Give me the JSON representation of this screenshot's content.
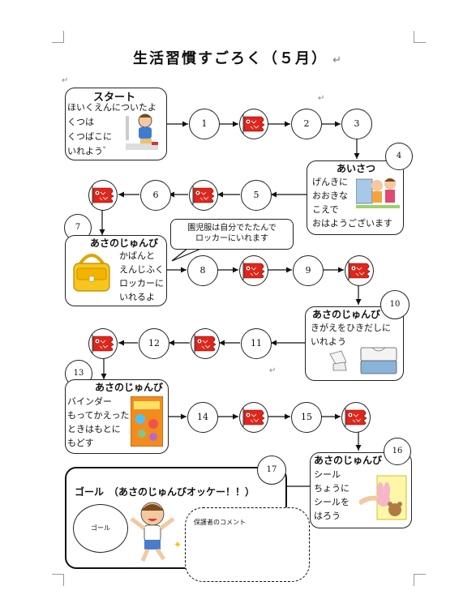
{
  "title": "生活習慣すごろく（５月）",
  "start": {
    "title": "スタート",
    "lines": [
      "ほいくえんについたよ",
      "くつは",
      "くつばこに",
      "いれようﾞ"
    ]
  },
  "squares": {
    "s1": "1",
    "s2": "2",
    "s3": "3",
    "s4": "4",
    "s5": "5",
    "s6": "6",
    "s7": "7",
    "s8": "8",
    "s9": "9",
    "s10": "10",
    "s11": "11",
    "s12": "12",
    "s13": "13",
    "s14": "14",
    "s15": "15",
    "s16": "16",
    "s17": "17"
  },
  "greeting": {
    "title": "あいさつ",
    "lines": [
      "げんきに",
      "おおきな",
      "こえで",
      "おはようございます"
    ]
  },
  "morning7": {
    "title": "あさのじゅんび",
    "lines": [
      "かばんと",
      "えんじふく",
      "ロッカーに",
      "いれるよ"
    ]
  },
  "speech": {
    "lines": [
      "園児服は自分でたたんで",
      "ロッカーにいれます"
    ]
  },
  "morning10": {
    "title": "あさのじゅんび",
    "lines": [
      "きがえをひきだしに",
      "いれよう"
    ]
  },
  "morning13": {
    "title": "あさのじゅんび",
    "lines": [
      "バインダー",
      "もってかえった",
      "ときはもとに",
      "もどす"
    ]
  },
  "morning16": {
    "title": "あさのじゅんび",
    "lines": [
      "シール",
      "ちょうに",
      "シールを",
      "はろう"
    ]
  },
  "goal": {
    "title": "ゴール　（あさのじゅんびオッケー！！）",
    "circle_label": "ゴール",
    "comment_label": "保護者のコメント"
  },
  "colors": {
    "carp_red": "#e0261b",
    "carp_line": "#222222"
  },
  "icons": {
    "carp": "koinobori-icon",
    "shoes": "child-shoes-illustration",
    "kids": "greeting-kids-illustration",
    "bag": "yellow-bag-illustration",
    "clothes": "folded-clothes-illustration",
    "binder": "binder-illustration",
    "sticker": "sticker-illustration",
    "child": "happy-child-illustration"
  }
}
